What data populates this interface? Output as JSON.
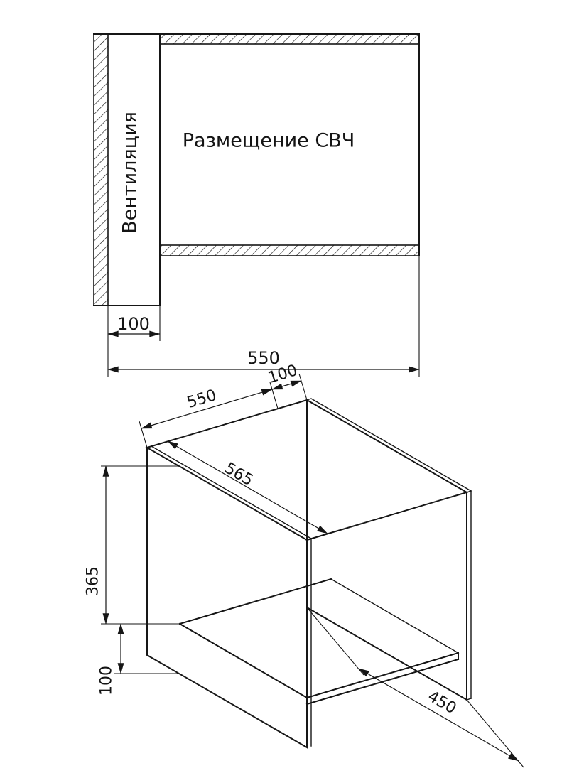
{
  "drawing": {
    "title": "microwave-niche-installation-drawing",
    "colors": {
      "line": "#161616",
      "background": "#ffffff"
    }
  },
  "top_view": {
    "ventilation_label": "Вентиляция",
    "placement_label": "Размещение СВЧ",
    "dims": {
      "vent_width": "100",
      "total_width": "550"
    }
  },
  "iso_view": {
    "dims": {
      "width": "550",
      "vent_gap": "100",
      "depth": "565",
      "niche_height": "365",
      "bottom_gap": "100",
      "shelf_depth": "450"
    }
  }
}
